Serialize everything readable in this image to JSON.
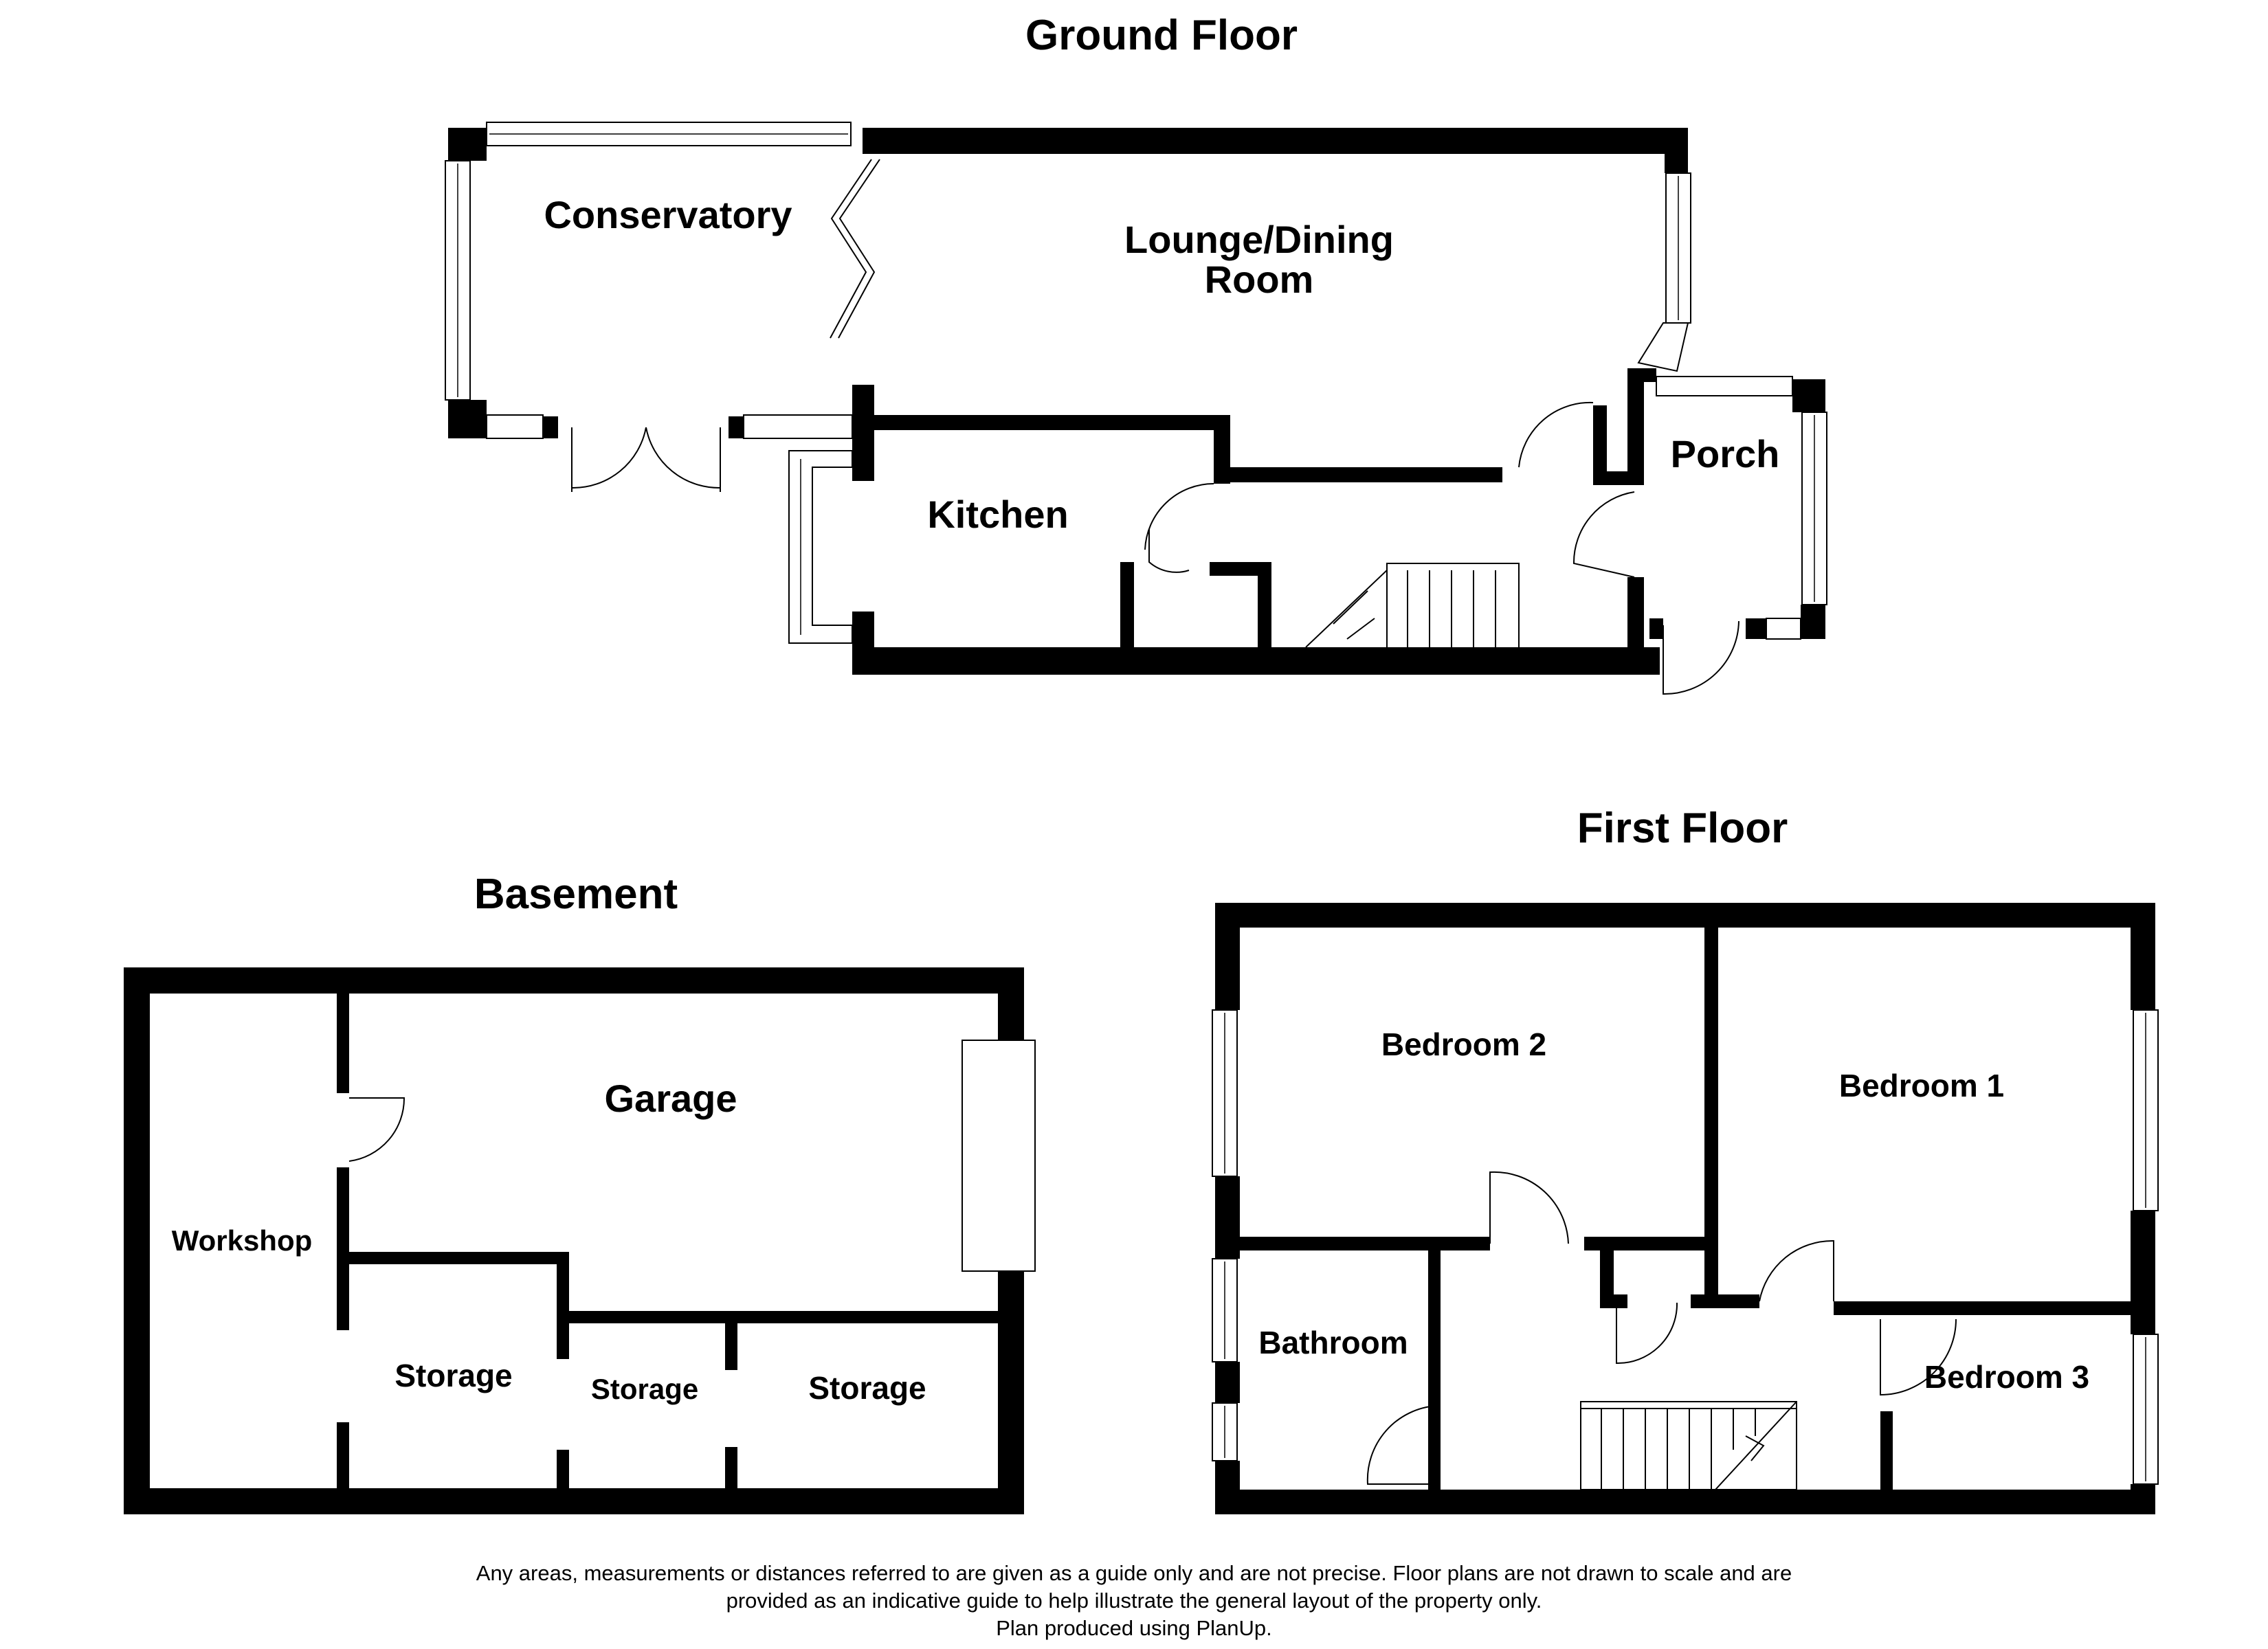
{
  "floors": {
    "ground": {
      "title": "Ground Floor",
      "rooms": {
        "conservatory": "Conservatory",
        "lounge_line1": "Lounge/Dining",
        "lounge_line2": "Room",
        "kitchen": "Kitchen",
        "porch": "Porch"
      }
    },
    "basement": {
      "title": "Basement",
      "rooms": {
        "garage": "Garage",
        "workshop": "Workshop",
        "storage_left": "Storage",
        "storage_middle": "Storage",
        "storage_right": "Storage"
      }
    },
    "first": {
      "title": "First Floor",
      "rooms": {
        "bedroom2": "Bedroom 2",
        "bedroom1": "Bedroom 1",
        "bathroom": "Bathroom",
        "bedroom3": "Bedroom 3"
      }
    }
  },
  "disclaimer": {
    "line1": "Any areas, measurements or distances referred to are given as a guide only and are not precise. Floor plans are not drawn to scale and are",
    "line2": "provided as an indicative guide to help illustrate the general layout of the property only.",
    "line3": "Plan produced using PlanUp."
  },
  "colors": {
    "wall": "#000000",
    "background": "#ffffff"
  }
}
